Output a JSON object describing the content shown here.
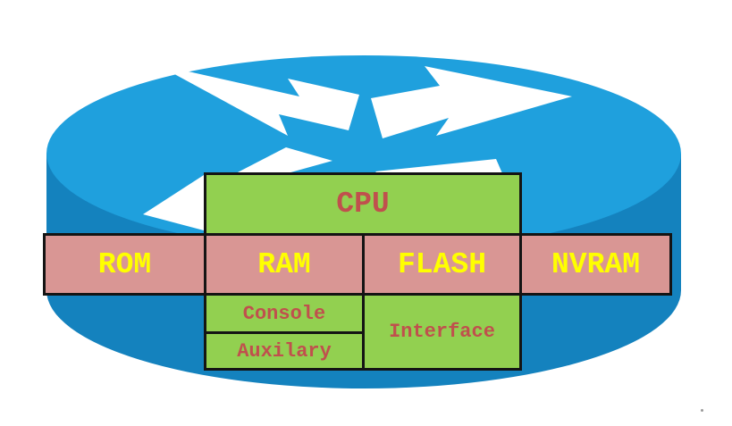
{
  "blocks": {
    "cpu": "CPU",
    "rom": "ROM",
    "ram": "RAM",
    "flash": "FLASH",
    "nvram": "NVRAM",
    "console": "Console",
    "auxiliary": "Auxilary",
    "interface": "Interface"
  },
  "colors": {
    "router_top": "#1fa0dd",
    "router_side": "#1482be",
    "arrow": "#ffffff",
    "block_green": "#92d050",
    "block_pink": "#d99694",
    "label_yellow": "#ffff00",
    "label_red": "#c0504d",
    "border": "#141414"
  },
  "icons": [
    "router-icon",
    "arrow-icon"
  ]
}
